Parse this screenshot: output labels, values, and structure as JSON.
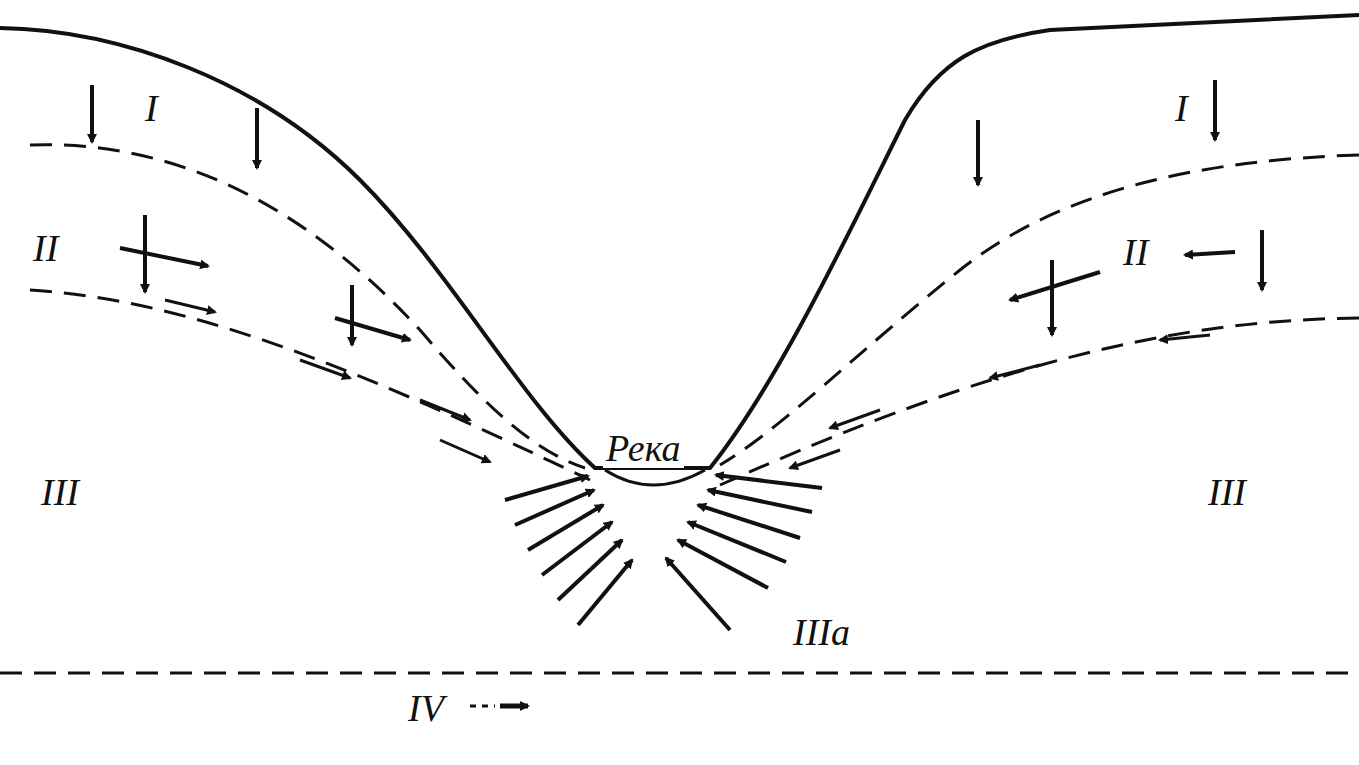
{
  "diagram": {
    "labels": [
      "I",
      "I",
      "II",
      "II",
      "Река",
      "III",
      "III",
      "IIIa",
      "IV"
    ]
  }
}
